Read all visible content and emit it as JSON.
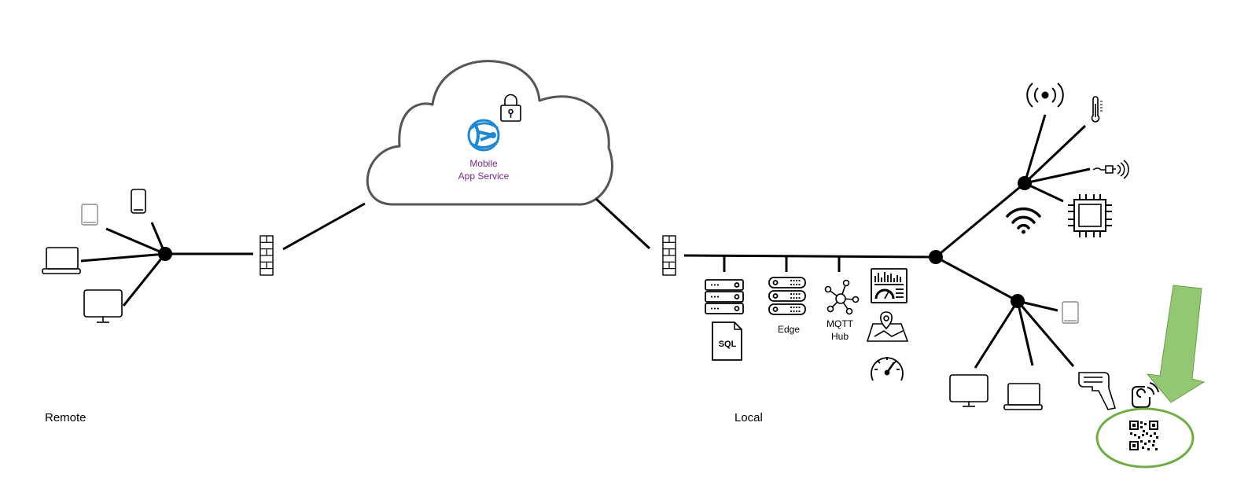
{
  "cloud": {
    "service_line1": "Mobile",
    "service_line2": "App Service",
    "service_color": "#7a2a8a",
    "icon_color": "#1e88d0"
  },
  "local_servers": {
    "sql_label": "SQL",
    "edge_label": "Edge",
    "mqtt_line1": "MQTT",
    "mqtt_line2": "Hub"
  },
  "zones": {
    "remote_label": "Remote",
    "local_label": "Local"
  },
  "highlight": {
    "arrow_color": "#8bc267",
    "circle_color": "#70ad47"
  },
  "icons": {
    "remote": [
      "tablet-icon",
      "phone-icon",
      "laptop-icon",
      "monitor-icon",
      "firewall-icon"
    ],
    "cloud": [
      "lock-icon",
      "app-service-icon"
    ],
    "local": [
      "firewall-icon",
      "server-icon",
      "sql-file-icon",
      "edge-server-icon",
      "mqtt-hub-icon",
      "dashboard-icon",
      "map-pin-icon",
      "gauge-icon"
    ],
    "iot": [
      "broadcast-icon",
      "thermometer-icon",
      "sensor-icon",
      "wifi-icon",
      "chip-icon"
    ],
    "clients": [
      "tablet-icon",
      "monitor-icon",
      "laptop-icon",
      "barcode-scanner-icon",
      "nfc-icon",
      "qr-code-icon"
    ]
  }
}
